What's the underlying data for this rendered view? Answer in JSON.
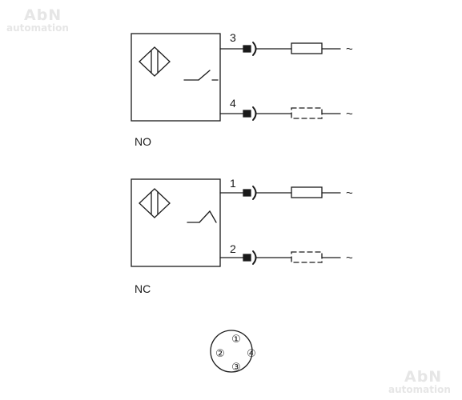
{
  "watermark": {
    "brand": "AbN",
    "sub": "automation"
  },
  "sections": [
    {
      "mode_label": "NO",
      "switch_type": "normally-open",
      "icon": "diamond-sensor-icon",
      "terminals": [
        {
          "pin": "3",
          "load": "solid",
          "supply": "~"
        },
        {
          "pin": "4",
          "load": "dashed",
          "supply": "~"
        }
      ]
    },
    {
      "mode_label": "NC",
      "switch_type": "normally-closed",
      "icon": "diamond-sensor-icon",
      "terminals": [
        {
          "pin": "1",
          "load": "solid",
          "supply": "~"
        },
        {
          "pin": "2",
          "load": "dashed",
          "supply": "~"
        }
      ]
    }
  ],
  "connector": {
    "icon": "m12-connector-face-icon",
    "pins": [
      "①",
      "②",
      "③",
      "④"
    ]
  },
  "colors": {
    "line": "#1a1a1a",
    "watermark": "#e6e6e6"
  }
}
